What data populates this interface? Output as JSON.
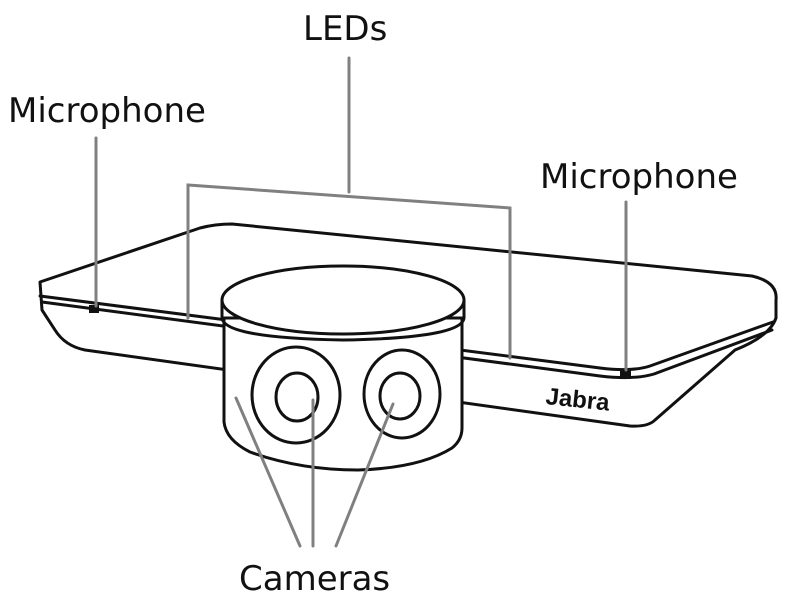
{
  "labels": {
    "leds": "LEDs",
    "microphone_left": "Microphone",
    "microphone_right": "Microphone",
    "cameras": "Cameras"
  },
  "device": {
    "brand_logo": "Jabra"
  },
  "colors": {
    "outline": "#111111",
    "leader_line": "#808080",
    "background": "#ffffff"
  }
}
